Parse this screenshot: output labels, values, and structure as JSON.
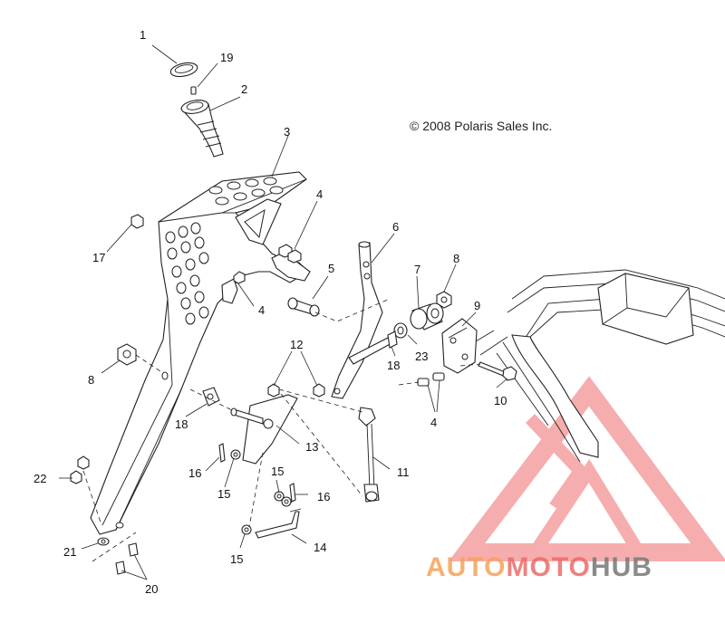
{
  "copyright": "© 2008 Polaris Sales Inc.",
  "callouts": [
    "1",
    "19",
    "2",
    "3",
    "4",
    "17",
    "4",
    "6",
    "5",
    "7",
    "8",
    "9",
    "8",
    "12",
    "18",
    "23",
    "10",
    "4",
    "18",
    "13",
    "22",
    "11",
    "16",
    "15",
    "15",
    "16",
    "14",
    "15",
    "21",
    "20"
  ],
  "watermark": {
    "part1": "AUTO",
    "part2": "MOTO",
    "part3": "HUB",
    "color_primary": "#f5a35a",
    "color_secondary": "#ee6a6a",
    "color_dark": "#777777"
  }
}
